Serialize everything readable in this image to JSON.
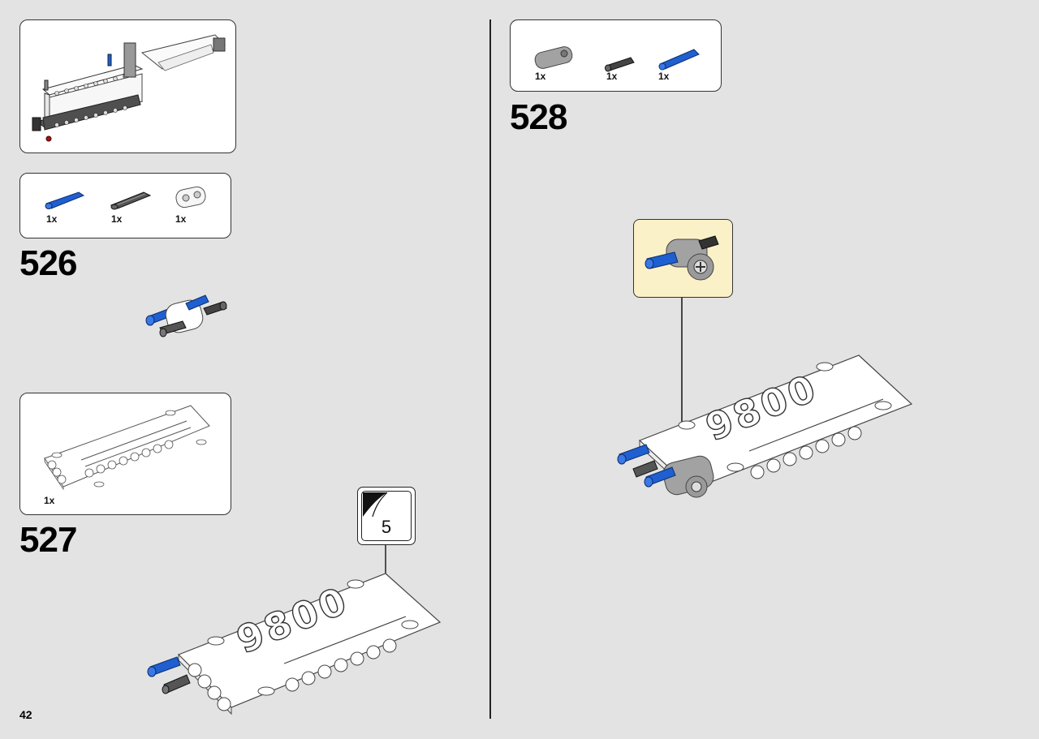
{
  "page": {
    "number": "42"
  },
  "previous_step_view": {},
  "steps": [
    {
      "number": "526",
      "parts": [
        {
          "name": "blue-axle-pin",
          "qty": "1x",
          "color": "#1f5fd0"
        },
        {
          "name": "black-axle-pin",
          "qty": "1x",
          "color": "#444444"
        },
        {
          "name": "white-beam-connector",
          "qty": "1x",
          "color": "#f4f4f4"
        }
      ]
    },
    {
      "number": "527",
      "parts": [
        {
          "name": "white-panel-9800",
          "qty": "1x",
          "color": "#ffffff"
        }
      ],
      "submodel_callout": {
        "number": "5"
      }
    },
    {
      "number": "528",
      "parts": [
        {
          "name": "grey-cross-block",
          "qty": "1x",
          "color": "#9a9a9a"
        },
        {
          "name": "black-friction-pin",
          "qty": "1x",
          "color": "#333333"
        },
        {
          "name": "blue-axle-pin",
          "qty": "1x",
          "color": "#1f5fd0"
        }
      ]
    }
  ],
  "panel_print": "9800",
  "colors": {
    "background": "#e3e3e3",
    "callout_bg": "#fbf1c8",
    "lego_blue": "#1f5fd0",
    "lego_grey": "#9a9a9a",
    "lego_black": "#333333"
  }
}
